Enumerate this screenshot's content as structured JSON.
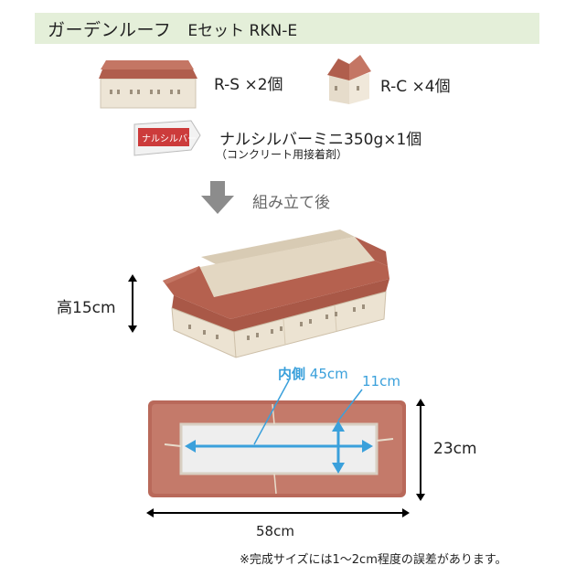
{
  "header": {
    "title": "ガーデンルーフ",
    "code": "Eセット RKN-E"
  },
  "parts": [
    {
      "label": "R-S ×2個"
    },
    {
      "label": "R-C ×4個"
    }
  ],
  "adhesive": {
    "label": "ナルシルバーミニ350g×1個",
    "note": "（コンクリート用接着剤）",
    "tube_text": "ナルシルバー"
  },
  "assembly": {
    "label": "組み立て後"
  },
  "dimensions": {
    "height": "高15cm",
    "inner_length_prefix": "内側",
    "inner_length_value": "45cm",
    "inner_width": "11cm",
    "outer_depth": "23cm",
    "outer_length": "58cm"
  },
  "footnote": "※完成サイズには1～2cm程度の誤差があります。",
  "colors": {
    "header_bg": "#e4efd9",
    "accent": "#3aa0db",
    "roof": "#b36352",
    "body": "#ece3d2"
  }
}
